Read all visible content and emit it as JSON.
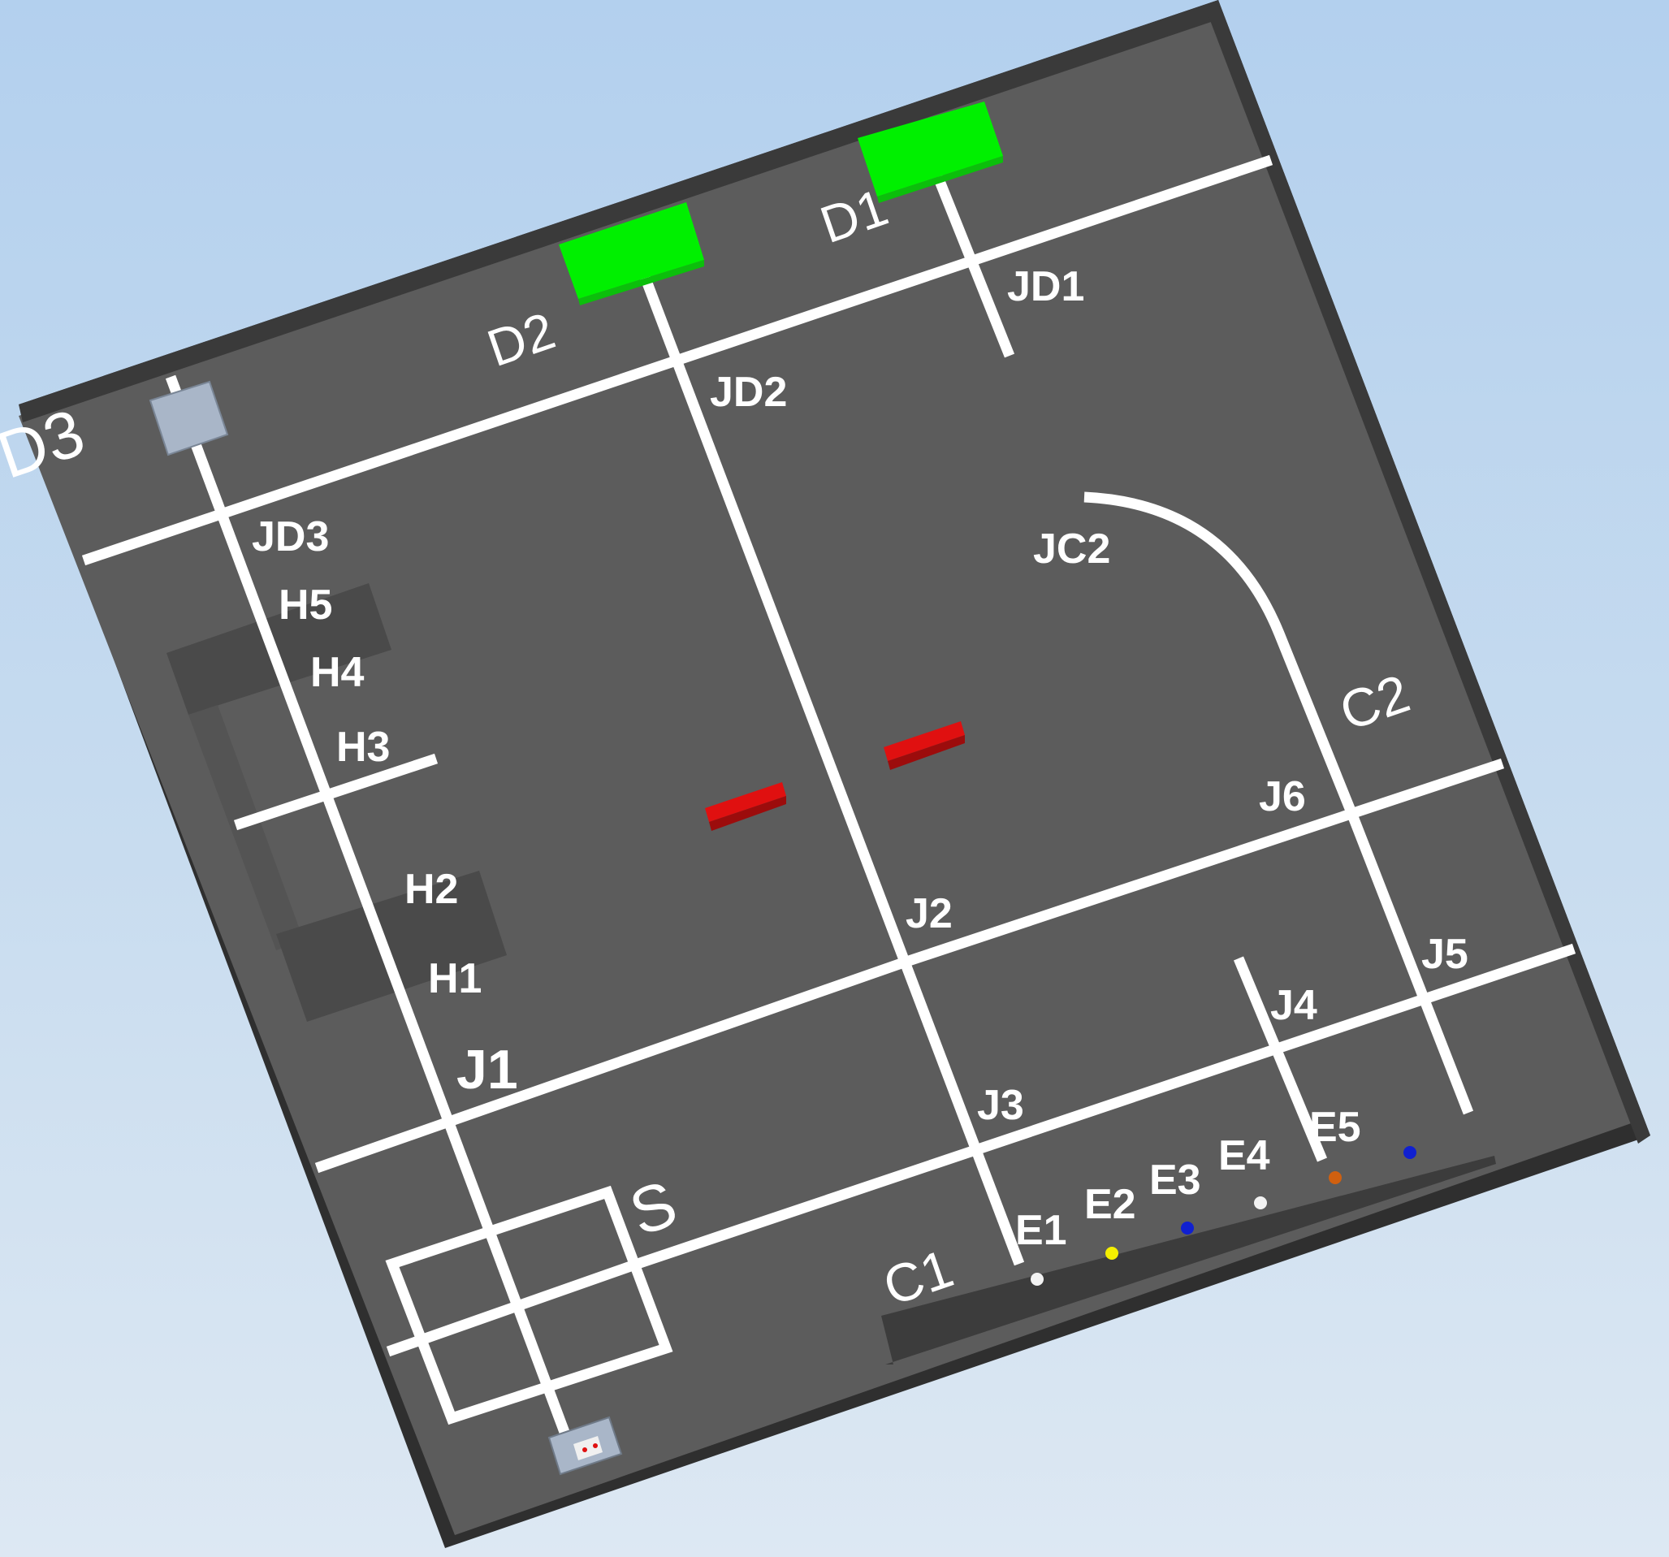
{
  "arena": {
    "colors": {
      "floor": "#5c5c5c",
      "wall_top": "#3a3a3a",
      "wall_side": "#2f2f2f",
      "line": "#ffffff",
      "green_zone": "#00f000",
      "red_block": "#e01010",
      "hazard_zone": "#4a4a4a"
    },
    "zone_labels": {
      "d1": "D1",
      "d2": "D2",
      "d3": "D3",
      "c1": "C1",
      "c2": "C2",
      "s": "S"
    },
    "junction_labels": {
      "jd1": "JD1",
      "jd2": "JD2",
      "jd3": "JD3",
      "jc2": "JC2",
      "j1": "J1",
      "j2": "J2",
      "j3": "J3",
      "j4": "J4",
      "j5": "J5",
      "j6": "J6"
    },
    "hazard_labels": {
      "h1": "H1",
      "h2": "H2",
      "h3": "H3",
      "h4": "H4",
      "h5": "H5"
    },
    "item_labels": {
      "e1": "E1",
      "e2": "E2",
      "e3": "E3",
      "e4": "E4",
      "e5": "E5"
    },
    "item_colors": {
      "e1": "#f2f2f2",
      "e2": "#f5f000",
      "e3": "#1020d0",
      "e4": "#f2f2f2",
      "e5": "#d06010",
      "extra": "#1020d0"
    }
  }
}
